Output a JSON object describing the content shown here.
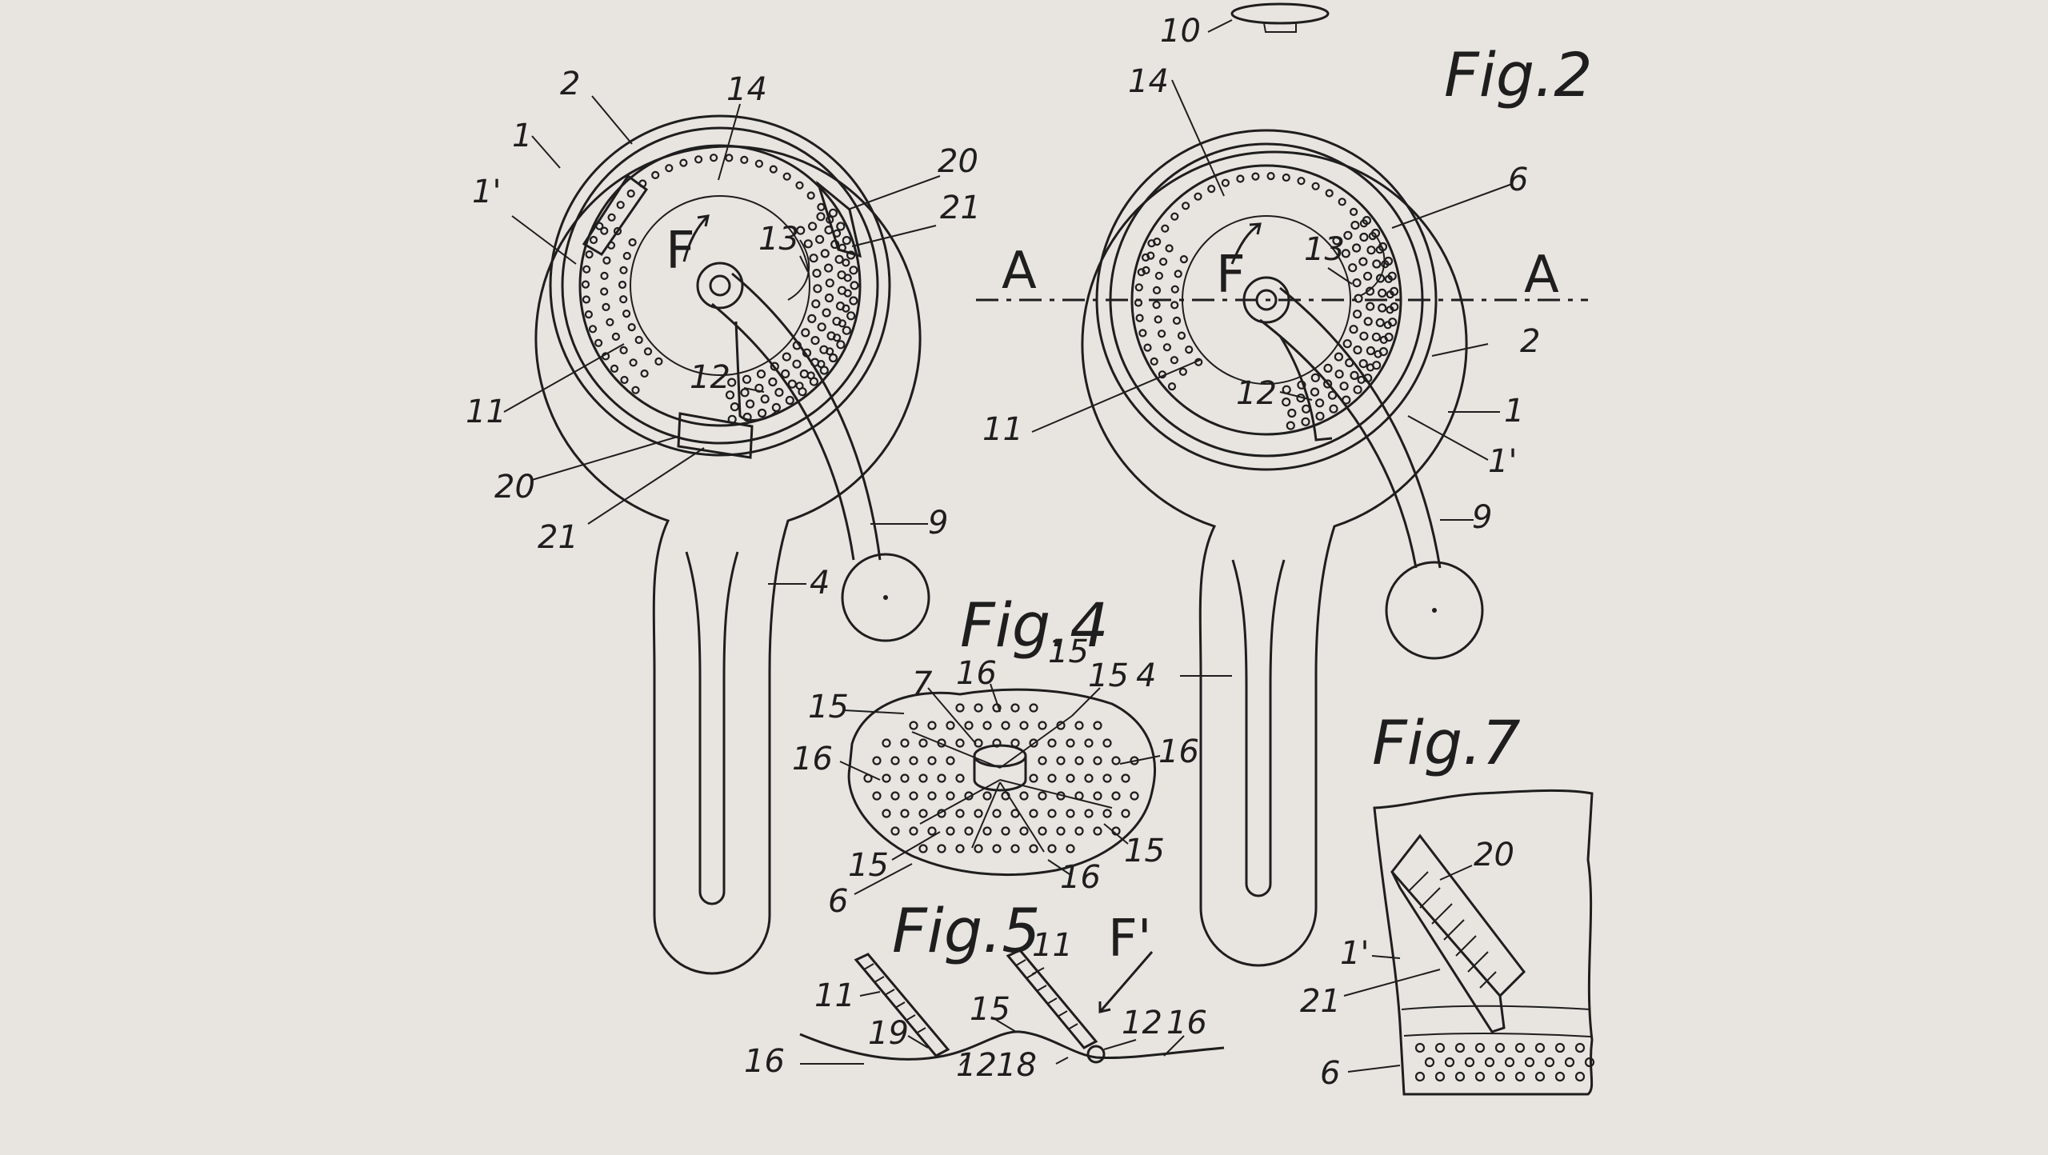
{
  "figures": {
    "fig2": {
      "title": "Fig.2",
      "section_left": "A",
      "section_right": "A"
    },
    "fig4": {
      "title": "Fig.4"
    },
    "fig5": {
      "title": "Fig.5"
    },
    "fig7": {
      "title": "Fig.7"
    }
  },
  "labels": {
    "fig1": [
      "2",
      "14",
      "1",
      "1'",
      "20",
      "21",
      "13",
      "F",
      "12",
      "11",
      "20",
      "21",
      "9",
      "4"
    ],
    "fig2": [
      "10",
      "14",
      "6",
      "13",
      "F",
      "2",
      "12",
      "1",
      "11",
      "1'",
      "9",
      "4"
    ],
    "fig4": [
      "16",
      "15",
      "7",
      "15",
      "16",
      "16",
      "15",
      "15",
      "15",
      "6",
      "16"
    ],
    "fig5": [
      "11",
      "11",
      "F'",
      "15",
      "19",
      "12",
      "16",
      "16",
      "12",
      "18",
      "16"
    ],
    "fig7": [
      "20",
      "1'",
      "21",
      "6"
    ]
  },
  "colors": {
    "paper": "#e8e4e0",
    "ink": "#1e1e1e"
  }
}
